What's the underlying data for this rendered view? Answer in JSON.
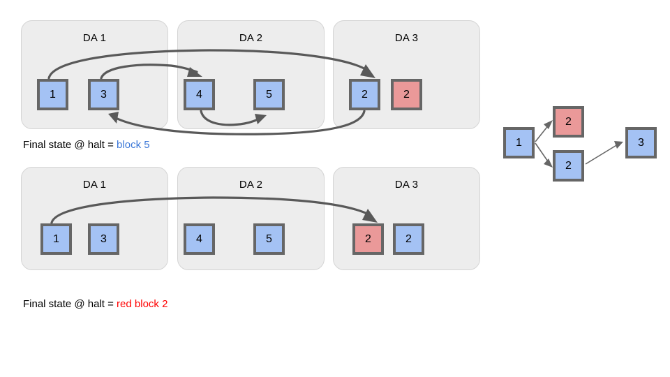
{
  "colors": {
    "blue_block": "#a4c2f4",
    "red_block": "#ea9999",
    "block_border": "#666666",
    "group_bg": "#ededed",
    "arrow": "#595959",
    "caption_blue": "#3c78d8",
    "caption_red": "#ff0000"
  },
  "scenario_one": {
    "groups": [
      {
        "title": "DA 1",
        "blocks": [
          {
            "label": "1",
            "color": "blue"
          },
          {
            "label": "3",
            "color": "blue"
          }
        ]
      },
      {
        "title": "DA 2",
        "blocks": [
          {
            "label": "4",
            "color": "blue"
          },
          {
            "label": "5",
            "color": "blue"
          }
        ]
      },
      {
        "title": "DA 3",
        "blocks": [
          {
            "label": "2",
            "color": "blue"
          },
          {
            "label": "2",
            "color": "red"
          }
        ]
      }
    ],
    "caption": {
      "prefix": "Final state @ halt = ",
      "highlight": "block 5",
      "highlight_color": "blue"
    }
  },
  "scenario_two": {
    "groups": [
      {
        "title": "DA 1",
        "blocks": [
          {
            "label": "1",
            "color": "blue"
          },
          {
            "label": "3",
            "color": "blue"
          }
        ]
      },
      {
        "title": "DA 2",
        "blocks": [
          {
            "label": "4",
            "color": "blue"
          },
          {
            "label": "5",
            "color": "blue"
          }
        ]
      },
      {
        "title": "DA 3",
        "blocks": [
          {
            "label": "2",
            "color": "red"
          },
          {
            "label": "2",
            "color": "blue"
          }
        ]
      }
    ],
    "caption": {
      "prefix": "Final state @ halt = ",
      "highlight": "red block 2",
      "highlight_color": "red"
    }
  },
  "graph": {
    "nodes": [
      {
        "label": "1",
        "color": "blue"
      },
      {
        "label": "2",
        "color": "red"
      },
      {
        "label": "2",
        "color": "blue"
      },
      {
        "label": "3",
        "color": "blue"
      }
    ]
  }
}
